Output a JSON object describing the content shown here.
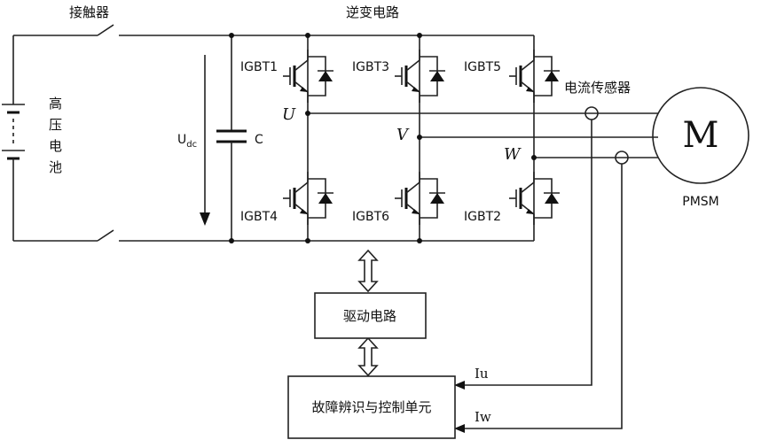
{
  "labels": {
    "contactor": "接触器",
    "inverter": "逆变电路",
    "battery_chars": [
      "高",
      "压",
      "电",
      "池"
    ],
    "udc_main": "U",
    "udc_sub": "dc",
    "capacitor": "C",
    "igbt1": "IGBT1",
    "igbt2": "IGBT2",
    "igbt3": "IGBT3",
    "igbt4": "IGBT4",
    "igbt5": "IGBT5",
    "igbt6": "IGBT6",
    "phase_u": "U",
    "phase_v": "V",
    "phase_w": "W",
    "current_sensor": "电流传感器",
    "motor": "M",
    "motor_type": "PMSM",
    "driver": "驱动电路",
    "controller": "故障辨识与控制单元",
    "iu": "Iu",
    "iw": "Iw"
  }
}
